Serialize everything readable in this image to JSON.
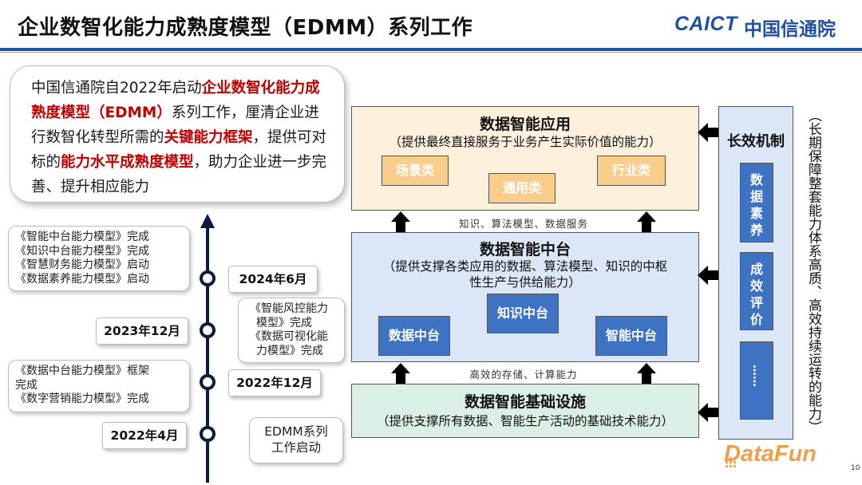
{
  "header": {
    "title": "企业数智化能力成熟度模型（EDMM）系列工作",
    "logo_en": "CAICT",
    "logo_cn": "中国信通院"
  },
  "intro": {
    "part1": "中国信通院自2022年启动",
    "highlight1": "企业数智化能力成熟度模型（EDMM）",
    "part2": "系列工作，厘清企业进行数智化转型所需的",
    "highlight2": "关键能力框架",
    "part3": "，提供可对标的",
    "highlight3": "能力水平成熟度模型",
    "part4": "，助力企业进一步完善、提升相应能力"
  },
  "timeline": {
    "dates": [
      "2024年6月",
      "2023年12月",
      "2022年12月",
      "2022年4月"
    ],
    "note_2024_06": [
      "《智能中台能力模型》完成",
      "《知识中台能力模型》完成",
      "《智慧财务能力模型》启动",
      "《数据素养能力模型》启动"
    ],
    "note_2023_12": [
      "《智能风控能力",
      "模型》完成",
      "《数据可视化能",
      "力模型》完成"
    ],
    "note_2022_12": [
      "《数据中台能力模型》框架",
      "完成",
      "《数字营销能力模型》完成"
    ],
    "note_2022_04": [
      "EDMM系列",
      "工作启动"
    ]
  },
  "architecture": {
    "app": {
      "title": "数据智能应用",
      "subtitle": "（提供最终直接服务于业务产生实际价值的能力）",
      "chips": [
        "场景类",
        "通用类",
        "行业类"
      ]
    },
    "label_app_mid": "知识、算法模型、数据服务",
    "middle": {
      "title": "数据智能中台",
      "subtitle_line1": "（提供支撑各类应用的数据、算法模型、知识的中枢",
      "subtitle_line2": "性生产与供给能力）",
      "chips": [
        "数据中台",
        "知识中台",
        "智能中台"
      ]
    },
    "label_mid_base": "高效的存储、计算能力",
    "base": {
      "title": "数据智能基础设施",
      "subtitle": "（提供支撑所有数据、智能生产活动的基础技术能力）"
    },
    "side": {
      "title": "长效机制",
      "chips": [
        "数据素养",
        "成效评价",
        "……"
      ]
    },
    "vertical_note": "（长期保障整套能力体系高质、高效持续运转的能力）"
  },
  "footer": {
    "brand": "DataFun",
    "page": "10"
  },
  "colors": {
    "brand_blue": "#1f4fa3",
    "red": "#c00000",
    "app_bg": "#fdf0dc",
    "mid_bg": "#dbe6f6",
    "base_bg": "#dcefe4",
    "chip_orange": "#f9ce8c",
    "chip_blue": "#3e73c4"
  }
}
